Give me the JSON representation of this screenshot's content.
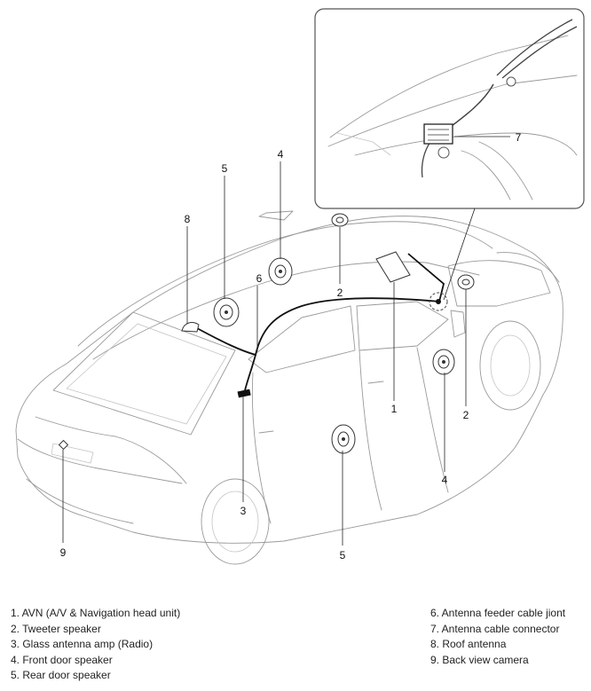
{
  "callouts": {
    "c1": "1",
    "c2a": "2",
    "c2b": "2",
    "c3": "3",
    "c4a": "4",
    "c4b": "4",
    "c5a": "5",
    "c5b": "5",
    "c6": "6",
    "c7": "7",
    "c8": "8",
    "c9": "9"
  },
  "legend": {
    "left": [
      "1. AVN (A/V & Navigation head unit)",
      "2. Tweeter speaker",
      "3. Glass antenna amp (Radio)",
      "4. Front door speaker",
      "5. Rear door speaker"
    ],
    "right": [
      "6. Antenna feeder cable jiont",
      "7. Antenna cable connector",
      "8. Roof antenna",
      "9. Back view camera"
    ]
  }
}
